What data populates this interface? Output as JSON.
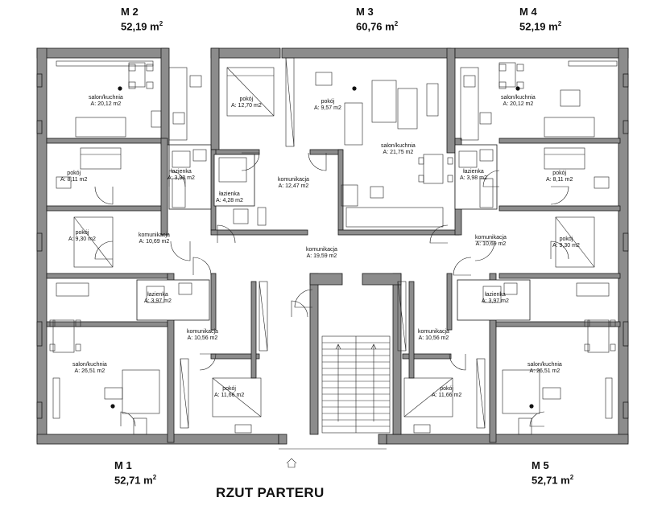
{
  "title": "RZUT PARTERU",
  "unit_sup": "2",
  "apartments": {
    "m1": {
      "name": "M 1",
      "area": "52,71 m"
    },
    "m2": {
      "name": "M 2",
      "area": "52,19 m"
    },
    "m3": {
      "name": "M 3",
      "area": "60,76 m"
    },
    "m4": {
      "name": "M 4",
      "area": "52,19 m"
    },
    "m5": {
      "name": "M 5",
      "area": "52,71 m"
    }
  },
  "rooms": {
    "m2_salon": {
      "name": "salon/kuchnia",
      "area": "A: 20,12 m2"
    },
    "m2_pokoj_a": {
      "name": "pokój",
      "area": "A: 8,11 m2"
    },
    "m2_pokoj_b": {
      "name": "pokój",
      "area": "A: 9,30 m2"
    },
    "m2_lazienka": {
      "name": "łazienka",
      "area": "A: 3,98 m2"
    },
    "m2_komunikacja": {
      "name": "komunikacja",
      "area": "A: 10,69 m2"
    },
    "m3_pokoj_a": {
      "name": "pokój",
      "area": "A: 12,70 m2"
    },
    "m3_pokoj_b": {
      "name": "pokój",
      "area": "A: 9,57 m2"
    },
    "m3_salon": {
      "name": "salon/kuchnia",
      "area": "A: 21,75 m2"
    },
    "m3_komunikacja": {
      "name": "komunikacja",
      "area": "A: 12,47 m2"
    },
    "m3_lazienka": {
      "name": "łazienka",
      "area": "A: 4,28 m2"
    },
    "hall_komunikacja": {
      "name": "komunikacja",
      "area": "A: 19,59 m2"
    },
    "m4_salon": {
      "name": "salon/kuchnia",
      "area": "A: 20,12 m2"
    },
    "m4_pokoj_a": {
      "name": "pokój",
      "area": "A: 8,11 m2"
    },
    "m4_pokoj_b": {
      "name": "pokój",
      "area": "A: 9,30 m2"
    },
    "m4_lazienka": {
      "name": "łazienka",
      "area": "A: 3,98 m2"
    },
    "m4_komunikacja": {
      "name": "komunikacja",
      "area": "A: 10,69 m2"
    },
    "m1_lazienka": {
      "name": "łazienka",
      "area": "A: 3,97 m2"
    },
    "m1_komunikacja": {
      "name": "komunikacja",
      "area": "A: 10,56 m2"
    },
    "m1_salon": {
      "name": "salon/kuchnia",
      "area": "A: 26,51 m2"
    },
    "m1_pokoj": {
      "name": "pokój",
      "area": "A: 11,66 m2"
    },
    "m5_lazienka": {
      "name": "łazienka",
      "area": "A: 3,97 m2"
    },
    "m5_komunikacja": {
      "name": "komunikacja",
      "area": "A: 10,56 m2"
    },
    "m5_salon": {
      "name": "salon/kuchnia",
      "area": "A: 26,51 m2"
    },
    "m5_pokoj": {
      "name": "pokój",
      "area": "A: 11,66 m2"
    }
  },
  "icons": {
    "entrance": "house-entrance-icon",
    "bath": "bathtub-icon",
    "shower": "shower-icon",
    "bed": "bed-icon",
    "sofa": "sofa-icon",
    "table": "dining-table-icon",
    "stairs": "staircase-icon"
  },
  "colors": {
    "wall": "#8c8c8c",
    "outline": "#1a1a1a",
    "background": "#ffffff"
  }
}
